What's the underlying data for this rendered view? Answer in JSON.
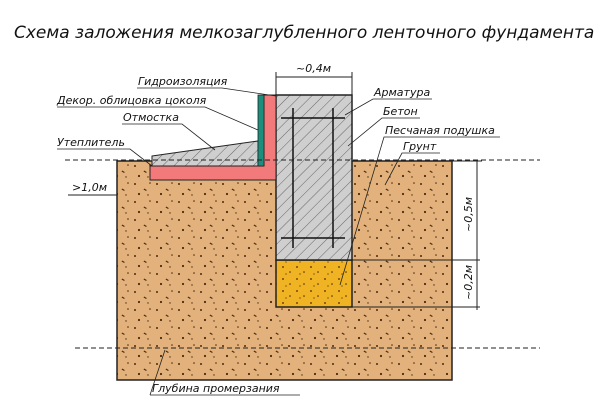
{
  "title": "Схема заложения мелкозаглубленного ленточного фундамента",
  "labels": {
    "waterproofing": "Гидроизоляция",
    "decor": "Декор. облицовка цоколя",
    "blind_area": "Отмостка",
    "insulation": "Утеплитель",
    "depth_min": ">1,0м",
    "rebar": "Арматура",
    "concrete": "Бетон",
    "sand_cushion": "Песчаная подушка",
    "soil": "Грунт",
    "freezing_depth": "Глубина промерзания"
  },
  "dimensions": {
    "width": "~0,4м",
    "depth": "~0,5м",
    "cushion": "~0,2м"
  },
  "colors": {
    "soil": "#e3b27c",
    "sand": "#f0b323",
    "concrete": "#cfcfcf",
    "insulation": "#f27a7a",
    "waterproofing": "#1a8f7d"
  }
}
